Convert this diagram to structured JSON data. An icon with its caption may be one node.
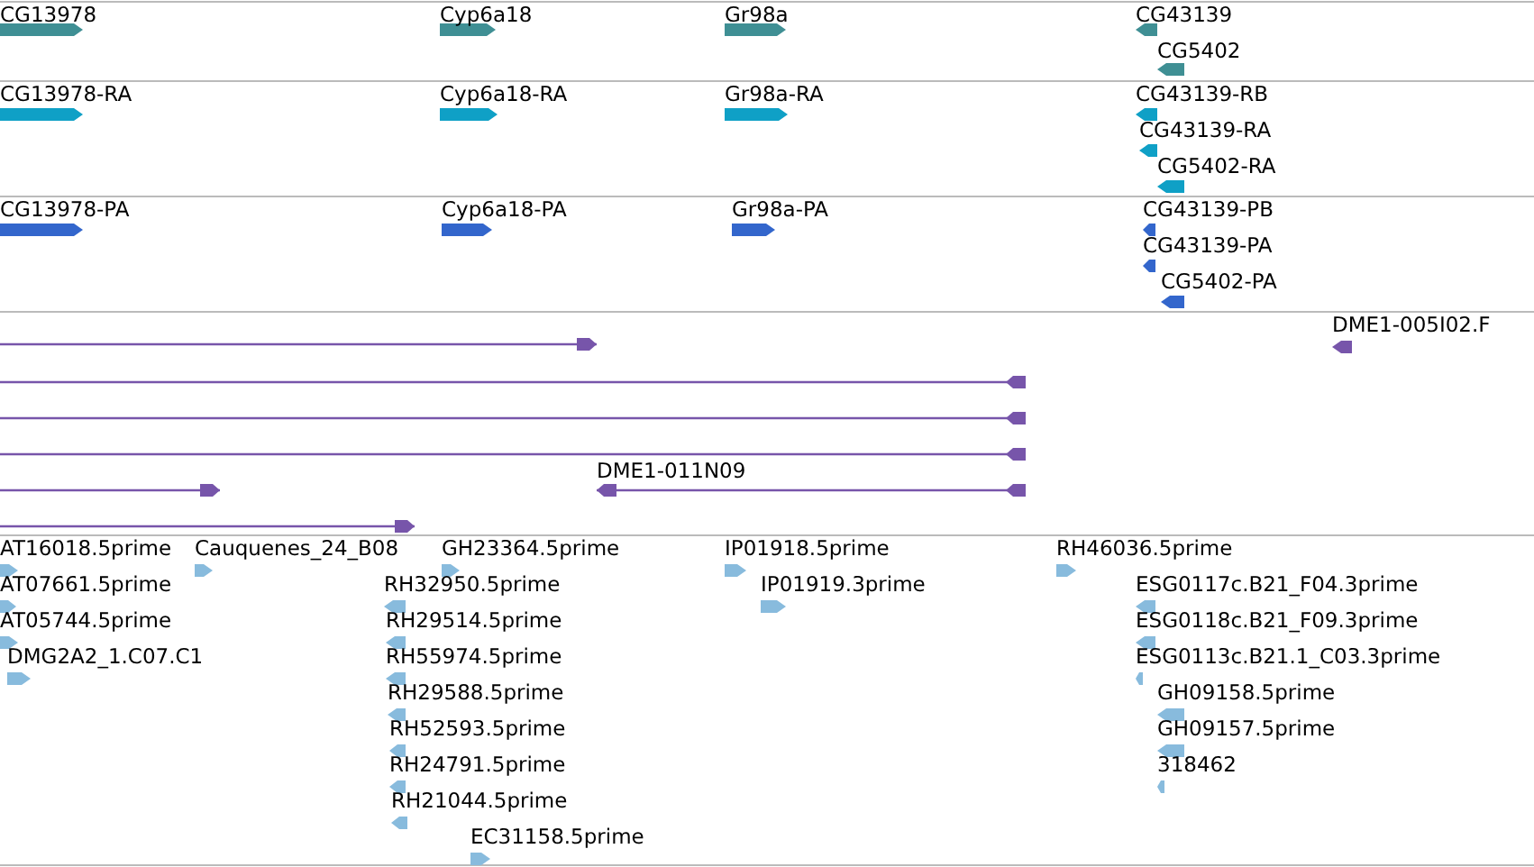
{
  "diagram": {
    "labels": [
      "CG13978",
      "Cyp6a18",
      "Gr98a",
      "CG43139",
      "CG5402",
      "CG13978-RA",
      "Cyp6a18-RA",
      "Gr98a-RA",
      "CG43139-RB",
      "CG43139-RA",
      "CG5402-RA",
      "CG13978-PA",
      "Cyp6a18-PA",
      "Gr98a-PA",
      "CG43139-PB",
      "CG43139-PA",
      "CG5402-PA",
      "DME1-005I02.F",
      "DME1-011N09",
      "AT16018.5prime",
      "Cauquenes_24_B08",
      "GH23364.5prime",
      "IP01918.5prime",
      "RH46036.5prime",
      "AT07661.5prime",
      "RH32950.5prime",
      "IP01919.3prime",
      "ESG0117c.B21_F04.3prime",
      "AT05744.5prime",
      "RH29514.5prime",
      "ESG0118c.B21_F09.3prime",
      "DMG2A2_1.C07.C1",
      "RH55974.5prime",
      "ESG0113c.B21.1_C03.3prime",
      "RH29588.5prime",
      "GH09158.5prime",
      "RH52593.5prime",
      "GH09157.5prime",
      "RH24791.5prime",
      "318462",
      "RH21044.5prime",
      "EC31158.5prime"
    ]
  }
}
